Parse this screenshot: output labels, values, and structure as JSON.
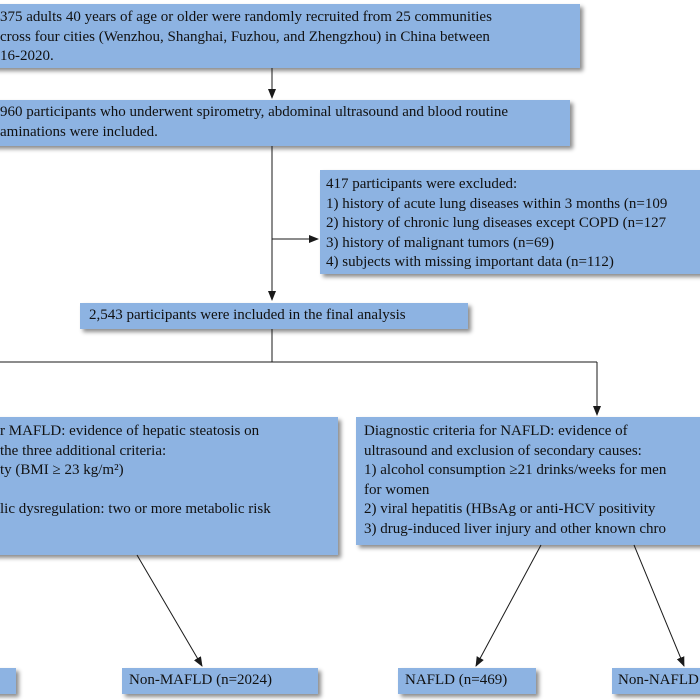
{
  "boxes": {
    "recruited": {
      "lines": [
        "375 adults 40 years of age or older  were randomly recruited from 25 communities",
        "cross four cities (Wenzhou, Shanghai, Fuzhou, and Zhengzhou) in China between",
        "16-2020."
      ]
    },
    "included": {
      "lines": [
        "960 participants who underwent spirometry, abdominal ultrasound and blood routine",
        "aminations were included."
      ]
    },
    "excluded": {
      "lines": [
        "417 participants were excluded:",
        "1) history of acute lung diseases within 3 months (n=109",
        "2) history of chronic lung diseases except COPD (n=127",
        "3) history of malignant tumors (n=69)",
        "4) subjects with missing important data (n=112)"
      ]
    },
    "final": {
      "lines": [
        "2,543 participants were included in the  final analysis"
      ]
    },
    "mafld_criteria": {
      "lines": [
        "r MAFLD: evidence of hepatic steatosis on",
        " the three additional criteria:",
        "ty (BMI ≥ 23 kg/m²)",
        "",
        "lic dysregulation: two or more metabolic risk"
      ]
    },
    "nafld_criteria": {
      "lines": [
        "Diagnostic criteria for NAFLD: evidence of",
        "ultrasound and exclusion of secondary causes:",
        "1) alcohol consumption ≥21 drinks/weeks for men",
        "for women",
        "2) viral hepatitis (HBsAg or anti-HCV positivity",
        "3) drug-induced liver injury and other known chro"
      ]
    },
    "non_mafld": {
      "lines": [
        "Non-MAFLD (n=2024)"
      ]
    },
    "nafld": {
      "lines": [
        "NAFLD (n=469)"
      ]
    },
    "non_nafld": {
      "lines": [
        "Non-NAFLD"
      ]
    }
  },
  "colors": {
    "box_fill": "#8db3e2",
    "arrow": "#1a1a1a"
  }
}
